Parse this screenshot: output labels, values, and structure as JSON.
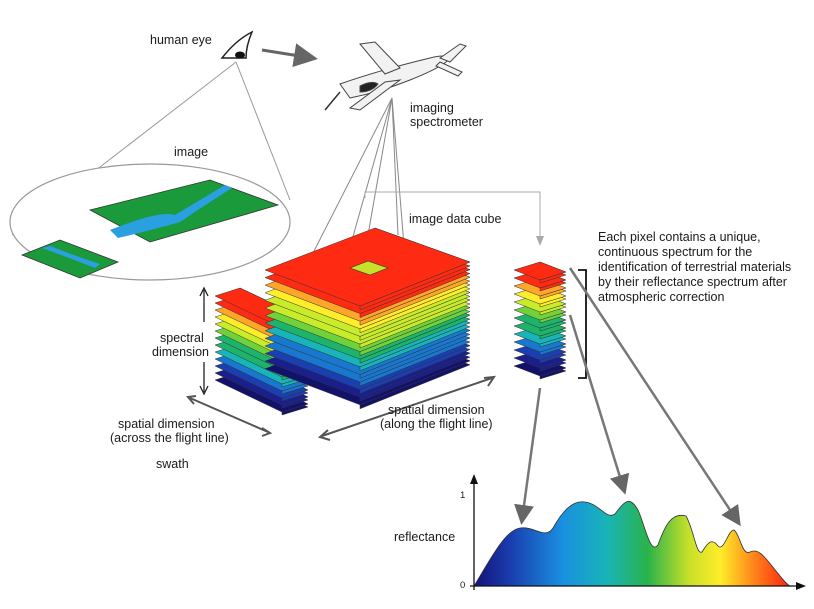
{
  "labels": {
    "human_eye": "human eye",
    "imaging_1": "imaging",
    "imaging_2": "spectrometer",
    "image": "image",
    "data_cube": "image data cube",
    "spectral_1": "spectral",
    "spectral_2": "dimension",
    "across_1": "spatial dimension",
    "across_2": "(across the flight line)",
    "swath": "swath",
    "along_1": "spatial dimension",
    "along_2": "(along the flight line)",
    "note_1": "Each pixel contains a unique,",
    "note_2": "continuous spectrum for the",
    "note_3": "identification of terrestrial materials",
    "note_4": "by their reflectance spectrum after",
    "note_5": "atmospheric correction",
    "reflectance": "reflectance",
    "axis_top": "1",
    "axis_zero": "0"
  },
  "colors": {
    "layers": [
      "#ff2a12",
      "#ffa52a",
      "#ffec2a",
      "#c8ec2a",
      "#6fd23a",
      "#1db36b",
      "#18b4b8",
      "#1878d0",
      "#1a3fb0",
      "#1a1f8c",
      "#13126a"
    ],
    "field_green": "#1a9a3a",
    "river_blue": "#2aa0e0",
    "outline": "#555555",
    "guide_line": "#999999"
  }
}
